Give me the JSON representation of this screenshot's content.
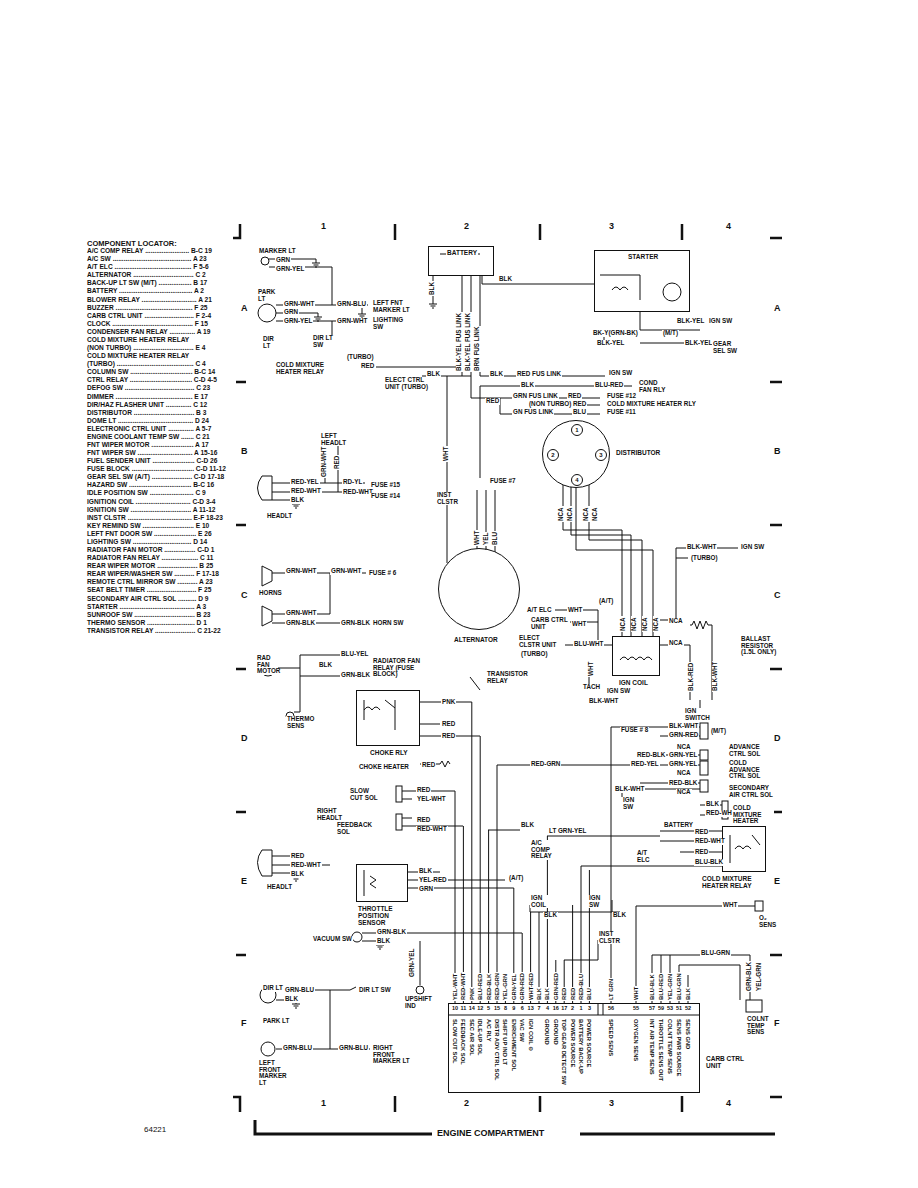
{
  "diagram": {
    "nodes": [
      {
        "text": [
          "BATTERY"
        ]
      },
      {
        "text": [
          "STARTER"
        ]
      },
      {
        "text": [
          "DISTRIBUTOR"
        ]
      },
      {
        "text": [
          "1"
        ],
        "in": 2
      },
      {
        "text": [
          "2"
        ],
        "in": 2
      },
      {
        "text": [
          "3"
        ],
        "in": 2
      },
      {
        "text": [
          "4"
        ],
        "in": 2
      },
      {
        "text": [
          "ALTERNATOR"
        ]
      },
      {
        "text": [
          "IGN COIL"
        ]
      },
      {
        "text": [
          "CHOKE RLY"
        ]
      },
      {
        "text": [
          "THROTTLE POSITION SENSOR"
        ]
      },
      {
        "text": [
          "COLD MIXTURE HEATER RELAY"
        ]
      },
      {
        "text": [
          "CARB CTRL UNIT"
        ]
      }
    ],
    "edges": [
      {
        "from": 0,
        "to": 1,
        "arrow": "none"
      },
      {
        "from": 2,
        "to": 8,
        "arrow": "none"
      },
      {
        "from": 9,
        "to": 12,
        "arrow": "none"
      },
      {
        "from": 10,
        "to": 12,
        "arrow": "none"
      },
      {
        "from": 11,
        "to": 12,
        "arrow": "none"
      }
    ],
    "labels": [
      "COMPONENT LOCATOR:",
      "A/C COMP RELAY ........................ B-C 19",
      "A/C SW ........................................... A 23",
      "A/T ELC .......................................... F 5-6",
      "ALTERNATOR ................................. C 2",
      "BACK-UP LT SW (M/T) .................. B 17",
      "BATTERY ........................................ A 2",
      "BLOWER RELAY .............................. A 21",
      "BUZZER .......................................... F 25",
      "CARB CTRL UNIT ........................... F 2-4",
      "CLOCK ............................................ F 15",
      "CONDENSER FAN RELAY .............. A 19",
      "COLD MIXTURE HEATER RELAY",
      "(NON TURBO) ................................. E 4",
      "COLD MIXTURE HEATER RELAY",
      "(TURBO) .......................................... C 4",
      "COLUMN SW .................................. B-C 14",
      "CTRL RELAY .................................. C-D 4-5",
      "DEFOG SW ...................................... C 23",
      "DIMMER .......................................... E 17",
      "DIR/HAZ FLASHER UNIT .............. C 12",
      "DISTRIBUTOR ................................. B 3",
      "DOME LT ......................................... D 24",
      "ELECTRONIC CTRL UNIT .............. A 5-7",
      "ENGINE COOLANT TEMP SW ....... C 21",
      "FNT WIPER MOTOR ....................... A 17",
      "FNT WIPER SW .............................. A 15-16",
      "FUEL SENDER UNIT ....................... C-D 26",
      "FUSE BLOCK .................................. C-D 11-12",
      "GEAR SEL SW (A/T) ...................... C-D 17-18",
      "HAZARD SW .................................. B-C 16",
      "IDLE POSITION SW ........................ C 9",
      "IGNITION COIL .............................. C-D 3-4",
      "IGNITION SW ................................. A 11-12",
      "INST CLSTR ................................... E-F 18-23",
      "KEY REMIND SW ............................ E 10",
      "LEFT FNT DOOR SW ....................... E 26",
      "LIGHTING SW ................................ D 14",
      "RADIATOR FAN MOTOR ................. C-D 1",
      "RADIATOR FAN RELAY .................... C 11",
      "REAR WIPER MOTOR ...................... B 25",
      "REAR WIPER/WASHER SW ........... F 17-18",
      "REMOTE CTRL MIRROR SW ........... A 23",
      "SEAT BELT TIMER ........................... F 25",
      "SECONDARY AIR CTRL SOL .......... D 9",
      "STARTER ......................................... A 3",
      "SUNROOF SW ................................. B 23",
      "THERMO SENSOR .......................... D 1",
      "TRANSISTOR RELAY ...................... C 21-22",
      "1",
      "2",
      "3",
      "4",
      "1",
      "2",
      "3",
      "4",
      "A",
      "B",
      "C",
      "D",
      "E",
      "F",
      "A",
      "B",
      "C",
      "D",
      "E",
      "F",
      "64221",
      "ENGINE COMPARTMENT",
      "MARKER LT",
      "GRN",
      "GRN-YEL",
      "PARK LT",
      "GRN-WHT",
      "GRN",
      "GRN-YEL",
      "GRN-BLU",
      "GRN-WHT",
      "LEFT FNT MARKER LT",
      "LIGHTING SW",
      "DIR LT",
      "DIR LT SW",
      "BLK",
      "BLK",
      "BLK-YEL FUS LINK",
      "BLK-YEL FUS LINK",
      "BRN FUS LINK",
      "BLK-YEL",
      "IGN SW",
      "BK-Y(GRN-BK)",
      "(M/T)",
      "BLK-YEL",
      "BLK-YEL",
      "GEAR SEL SW",
      "(TURBO)",
      "COLD MIXTURE HEATER RELAY",
      "RED",
      "BLK",
      "ELECT CTRL UNIT (TURBO)",
      "BLK",
      "RED FUS LINK",
      "IGN SW",
      "BLK",
      "BLU-RED",
      "COND FAN RLY",
      "RED",
      "GRN FUS LINK",
      "RED",
      "FUSE #12",
      "(NON TURBO)",
      "RED",
      "COLD MIXTURE HEATER RLY",
      "GN FUS LINK",
      "BLU",
      "FUSE #11",
      "WHT",
      "LEFT HEADLT",
      "GRN-WHT",
      "RED",
      "RED-YEL",
      "RED-WHT",
      "BLK",
      "RD-YL",
      "RED-WHT",
      "FUSE #15",
      "FUSE #14",
      "HEADLT",
      "FUSE #7",
      "INST CLSTR",
      "WHT",
      "YEL",
      "BLU",
      "NCA",
      "NCA",
      "NCA",
      "NCA",
      "BLK-WHT",
      "IGN SW",
      "(TURBO)",
      "GRN-WHT",
      "GRN-WHT",
      "FUSE # 6",
      "HORNS",
      "GRN-WHT",
      "GRN-BLK",
      "GRN-BLK",
      "HORN SW",
      "A/T ELC",
      "WHT",
      "(A/T)",
      "CARB CTRL UNIT",
      "WHT",
      "ELECT CLSTR UNIT",
      "(TURBO)",
      "BLU-WHT",
      "NCA",
      "NCA",
      "NCA",
      "NCA",
      "NCA",
      "NCA",
      "BLK-RED",
      "BLK-WHT",
      "BALLAST RESISTOR (1.5L ONLY)",
      "WHT",
      "TACH",
      "IGN SWITCH",
      "BLU-YEL",
      "BLK",
      "GRN-BLK",
      "RADIATOR FAN RELAY (FUSE BLOCK)",
      "RAD FAN MOTOR",
      "TRANSISTOR RELAY",
      "THERMO SENS",
      "PNK",
      "RED",
      "RED",
      "RED",
      "CHOKE HEATER",
      "BLK-WHT",
      "IGN SW",
      "FUSE # 8",
      "BLK-WHT",
      "GRN-RED",
      "(M/T)",
      "NCA",
      "RED-BLK",
      "GRN-YEL",
      "ADVANCE CTRL SOL",
      "RED-GRN",
      "RED-YEL",
      "GRN-YEL",
      "NCA",
      "COLD ADVANCE CTRL SOL",
      "RED-BLK",
      "BLK-WHT",
      "NCA",
      "SECONDARY AIR CTRL SOL",
      "IGN SW",
      "SLOW CUT SOL",
      "RED",
      "YEL-WHT",
      "BLK",
      "RED-WHT",
      "COLD MIXTURE HEATER",
      "RIGHT HEADLT",
      "FEEDBACK SOL",
      "RED",
      "RED-WHT",
      "BLK",
      "A/C COMP RELAY",
      "LT GRN-YEL",
      "BATTERY",
      "RED",
      "RED-WHT",
      "RED",
      "BLU-BLK",
      "A/T ELC",
      "RED",
      "RED-WHT",
      "BLK",
      "HEADLT",
      "BLK",
      "YEL-RED",
      "GRN",
      "(A/T)",
      "IGN COIL",
      "IGN SW",
      "BLK",
      "BLK",
      "WHT",
      "O₂ SENS",
      "GRN-BLK",
      "BLK",
      "VACUUM SW",
      "INST CLSTR",
      "BLU-GRN",
      "GRN-BLK",
      "YEL-GRN",
      "COLNT TEMP SENS",
      "GRN-YEL",
      "UPSHIFT IND",
      "DIR LT",
      "GRN-BLU",
      "BLK",
      "DIR LT SW",
      "PARK LT",
      "GRN-BLU",
      "GRN-BLU",
      "RIGHT FRONT MARKER LT",
      "LEFT FRONT MARKER LT",
      "YEL-WHT",
      "RED-WHT",
      "PNK",
      "BLU-RED",
      "RED-BLK",
      "RED-GRN",
      "YEL-GRN",
      "GRN-YEL",
      "GRN-RED",
      "WHT-RED",
      "BLK",
      "BLK",
      "GRN-RED",
      "RED",
      "RED",
      "RED-BLU",
      "BLU",
      "LT GRN",
      "WHT",
      "BLU-BLK",
      "BLU-RED",
      "YEL-GRN",
      "BLU-GRN",
      "BLK",
      "10",
      "11",
      "14",
      "12",
      "5",
      "15",
      "8",
      "9",
      "6",
      "13",
      "7",
      "4",
      "16",
      "17",
      "2",
      "1",
      "3",
      "56",
      "55",
      "57",
      "59",
      "53",
      "51",
      "52",
      "SLOW CUT SOL",
      "FEEDBACK SOL",
      "SEC AIR SOL",
      "IDLE-UP SOL",
      "A/C RLY",
      "DISTR ADV CTRL SOL",
      "SHIFT UP IND LT",
      "ENRICHMENT SOL",
      "VAC SW",
      "IGN COIL ⊖",
      "GROUND",
      "GROUND",
      "TOP GEAR DETECT SW",
      "POWER SOURCE",
      "BATTERY BACK-UP",
      "POWER SOURCE",
      "SPEED SENS",
      "OXYGEN SENS",
      "INT AIR TEMP SENS",
      "THROTTLE SENS OUT",
      "COLNT TEMP SENS",
      "SENS PWR SOURCE",
      "SENS GND"
    ]
  }
}
